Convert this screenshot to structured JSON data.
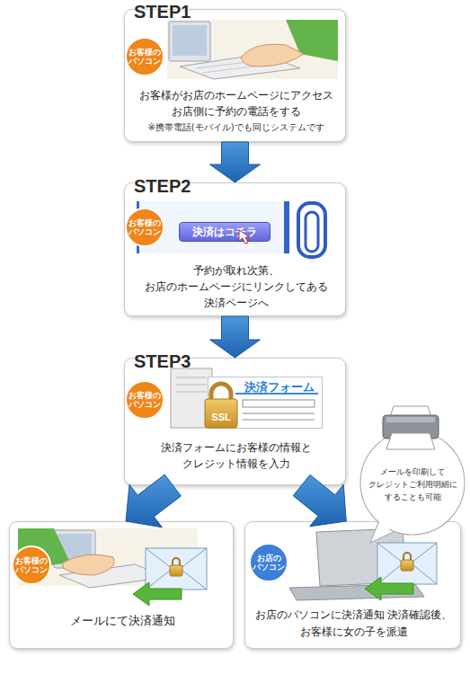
{
  "diagram": {
    "nodes": [
      {
        "text": [
          "STEP1",
          "お客様がお店のホームページにアクセス お店側に予約の電話をする",
          "※携帯電話(モバイル)でも同じシステムです"
        ]
      },
      {
        "text": [
          "お客様の パソコン"
        ],
        "in": 0
      },
      {
        "text": [
          "STEP2",
          "予約が取れ次第、 お店のホームページにリンクしてある 決済ページへ"
        ]
      },
      {
        "text": [
          "お客様の パソコン"
        ],
        "in": 2
      },
      {
        "text": [
          "決済はコチラ"
        ],
        "in": 2
      },
      {
        "text": [
          "STEP3",
          "決済フォームにお客様の情報と クレジット情報を入力"
        ]
      },
      {
        "text": [
          "お客様の パソコン"
        ],
        "in": 5
      },
      {
        "text": [
          "決済フォーム"
        ],
        "in": 5
      },
      {
        "text": [
          "メールにて決済通知"
        ]
      },
      {
        "text": [
          "お客様の パソコン"
        ],
        "in": 8
      },
      {
        "text": [
          "お店のパソコンに決済通知 決済確認後、お客様に女の子を派遣"
        ]
      },
      {
        "text": [
          "お店の パソコン"
        ],
        "in": 10
      },
      {
        "text": [
          "メールを印刷して クレジットご利用明細に することも可能"
        ]
      }
    ],
    "edges": [
      {
        "from": 0,
        "to": 2,
        "arrow": "to"
      },
      {
        "from": 2,
        "to": 5,
        "arrow": "to"
      },
      {
        "from": 5,
        "to": 8,
        "arrow": "to"
      },
      {
        "from": 5,
        "to": 10,
        "arrow": "to"
      }
    ],
    "labels": [
      "SSL"
    ]
  }
}
